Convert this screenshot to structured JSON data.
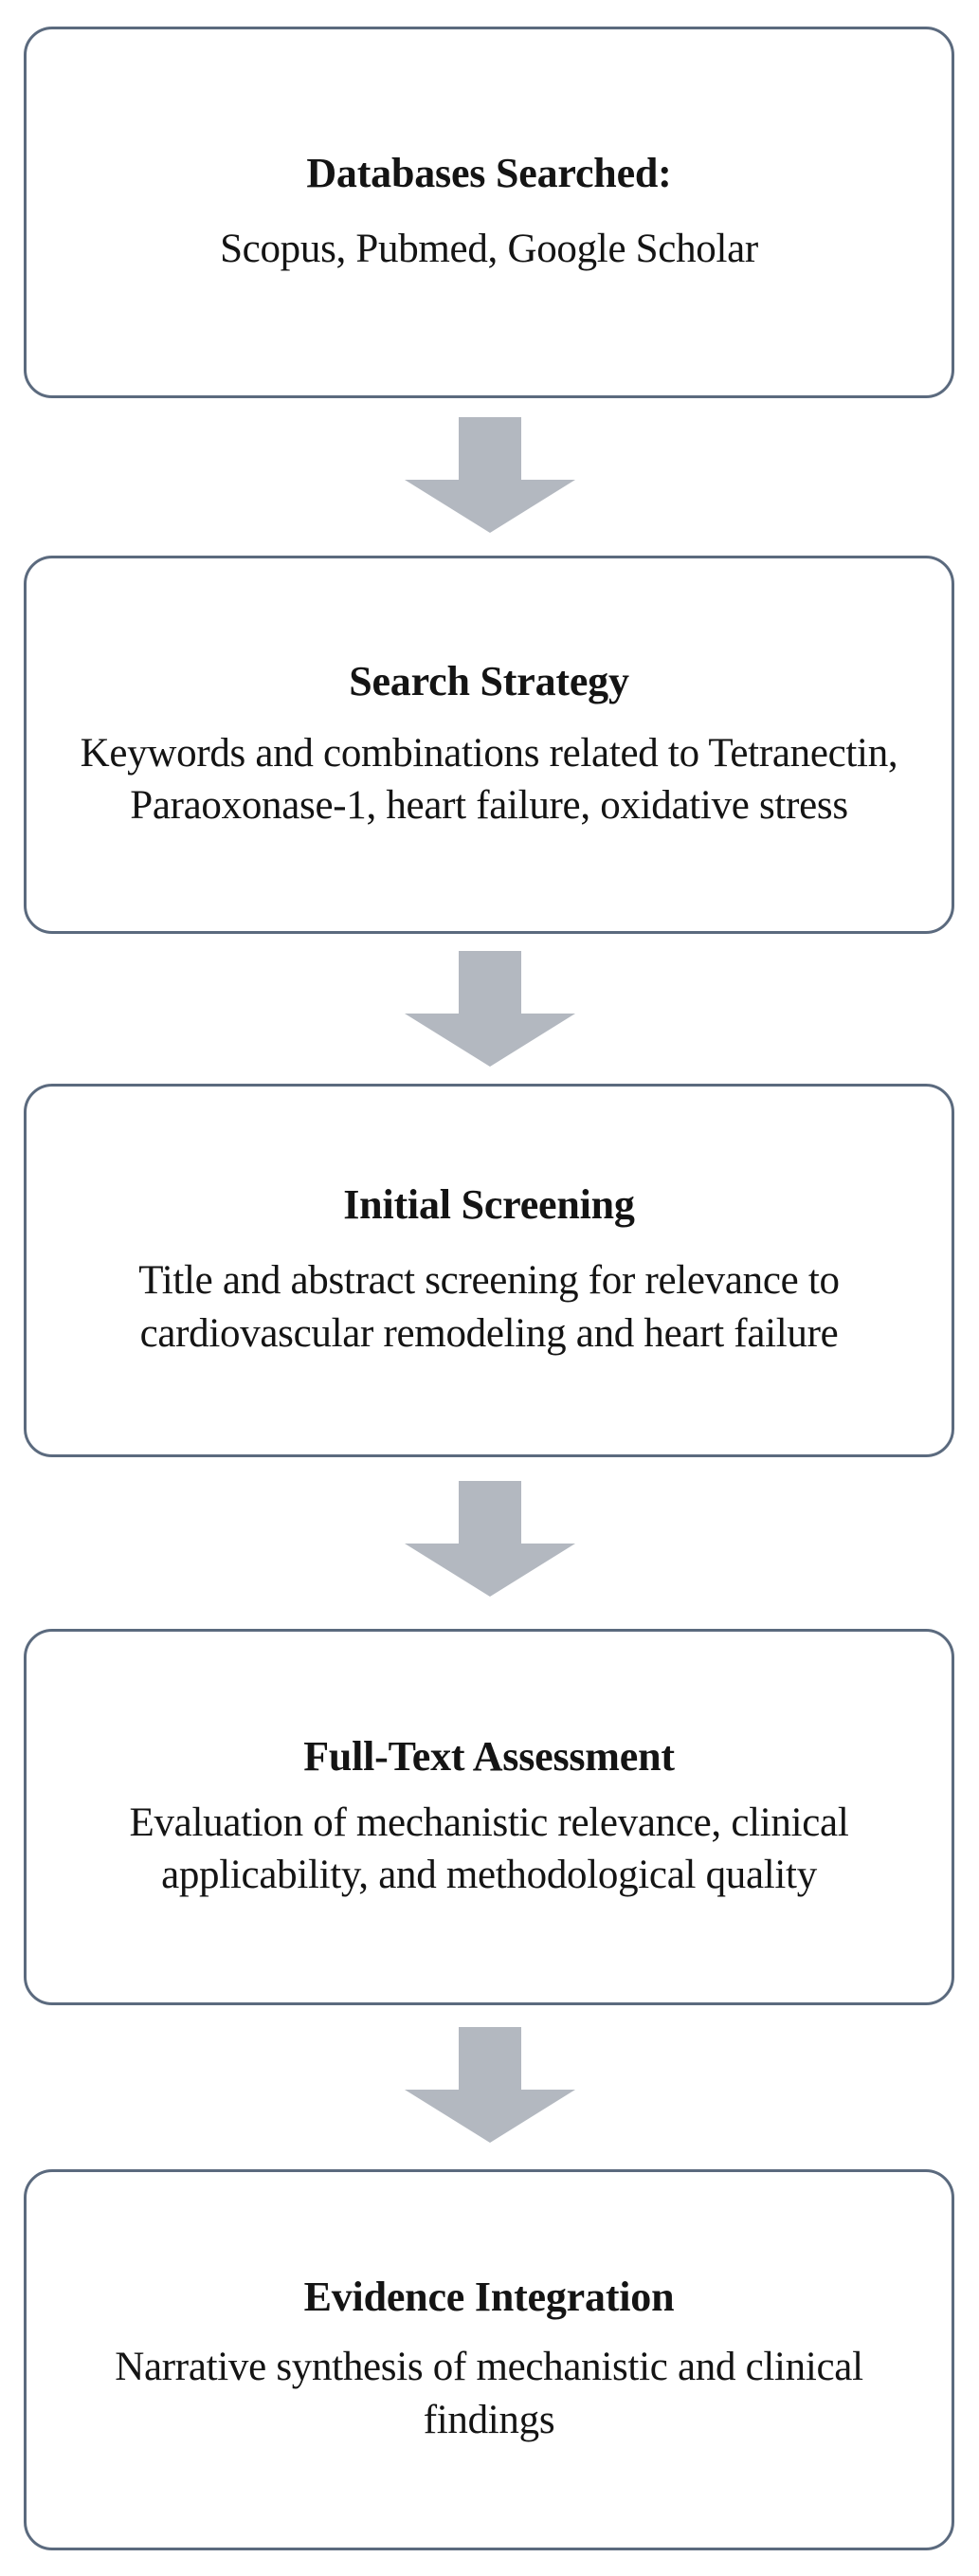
{
  "diagram": {
    "type": "flowchart",
    "orientation": "vertical",
    "node_count": 5,
    "arrow_count": 4,
    "colors": {
      "box_border": "#5b6a7e",
      "box_fill": "#ffffff",
      "arrow_fill": "#b3b8c0",
      "text": "#141414",
      "background": "#ffffff"
    },
    "nodes": [
      {
        "id": "databases-searched",
        "title": "Databases Searched:",
        "body": "Scopus, Pubmed, Google Scholar"
      },
      {
        "id": "search-strategy",
        "title": "Search Strategy",
        "body": "Keywords and combinations related to Tetranectin, Paraoxonase-1, heart failure, oxidative stress"
      },
      {
        "id": "initial-screening",
        "title": "Initial Screening",
        "body": "Title and abstract screening for relevance to cardiovascular remodeling and heart failure"
      },
      {
        "id": "full-text-assessment",
        "title": "Full-Text Assessment",
        "body": "Evaluation of mechanistic relevance, clinical applicability, and methodological quality"
      },
      {
        "id": "evidence-integration",
        "title": "Evidence Integration",
        "body": "Narrative synthesis of mechanistic and clinical findings"
      }
    ],
    "arrows": [
      {
        "id": "arrow-databases-to-strategy",
        "direction": "down"
      },
      {
        "id": "arrow-strategy-to-screening",
        "direction": "down"
      },
      {
        "id": "arrow-screening-to-assessment",
        "direction": "down"
      },
      {
        "id": "arrow-assessment-to-integration",
        "direction": "down"
      }
    ]
  }
}
